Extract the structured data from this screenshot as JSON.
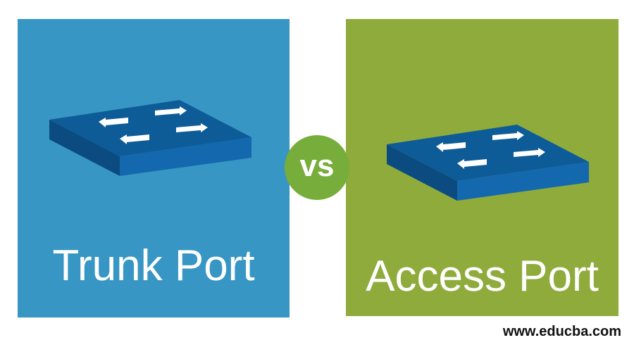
{
  "left": {
    "title": "Trunk Port",
    "color": "#3796c3"
  },
  "right": {
    "title": "Access Port",
    "color": "#8fab3c"
  },
  "vs": "VS",
  "website": "www.educba.com"
}
